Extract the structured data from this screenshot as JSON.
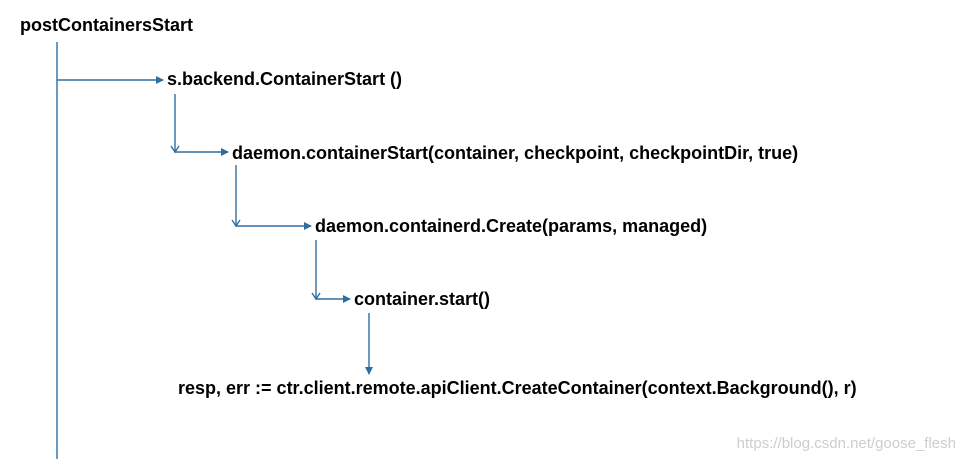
{
  "diagram": {
    "nodes": [
      {
        "id": "n0",
        "label": "postContainersStart"
      },
      {
        "id": "n1",
        "label": "s.backend.ContainerStart  ()"
      },
      {
        "id": "n2",
        "label": "daemon.containerStart(container, checkpoint, checkpointDir, true)"
      },
      {
        "id": "n3",
        "label": "daemon.containerd.Create(params, managed)"
      },
      {
        "id": "n4",
        "label": "container.start()"
      },
      {
        "id": "n5",
        "label": "resp, err := ctr.client.remote.apiClient.CreateContainer(context.Background(), r)"
      }
    ],
    "edges": [
      {
        "from": "n0",
        "to": "n1"
      },
      {
        "from": "n1",
        "to": "n2"
      },
      {
        "from": "n2",
        "to": "n3"
      },
      {
        "from": "n3",
        "to": "n4"
      },
      {
        "from": "n4",
        "to": "n5"
      }
    ]
  },
  "watermark": "https://blog.csdn.net/goose_flesh",
  "colors": {
    "connector": "#2e6fa3",
    "text": "#000000",
    "watermark": "#bdbdbd",
    "background": "#ffffff"
  }
}
